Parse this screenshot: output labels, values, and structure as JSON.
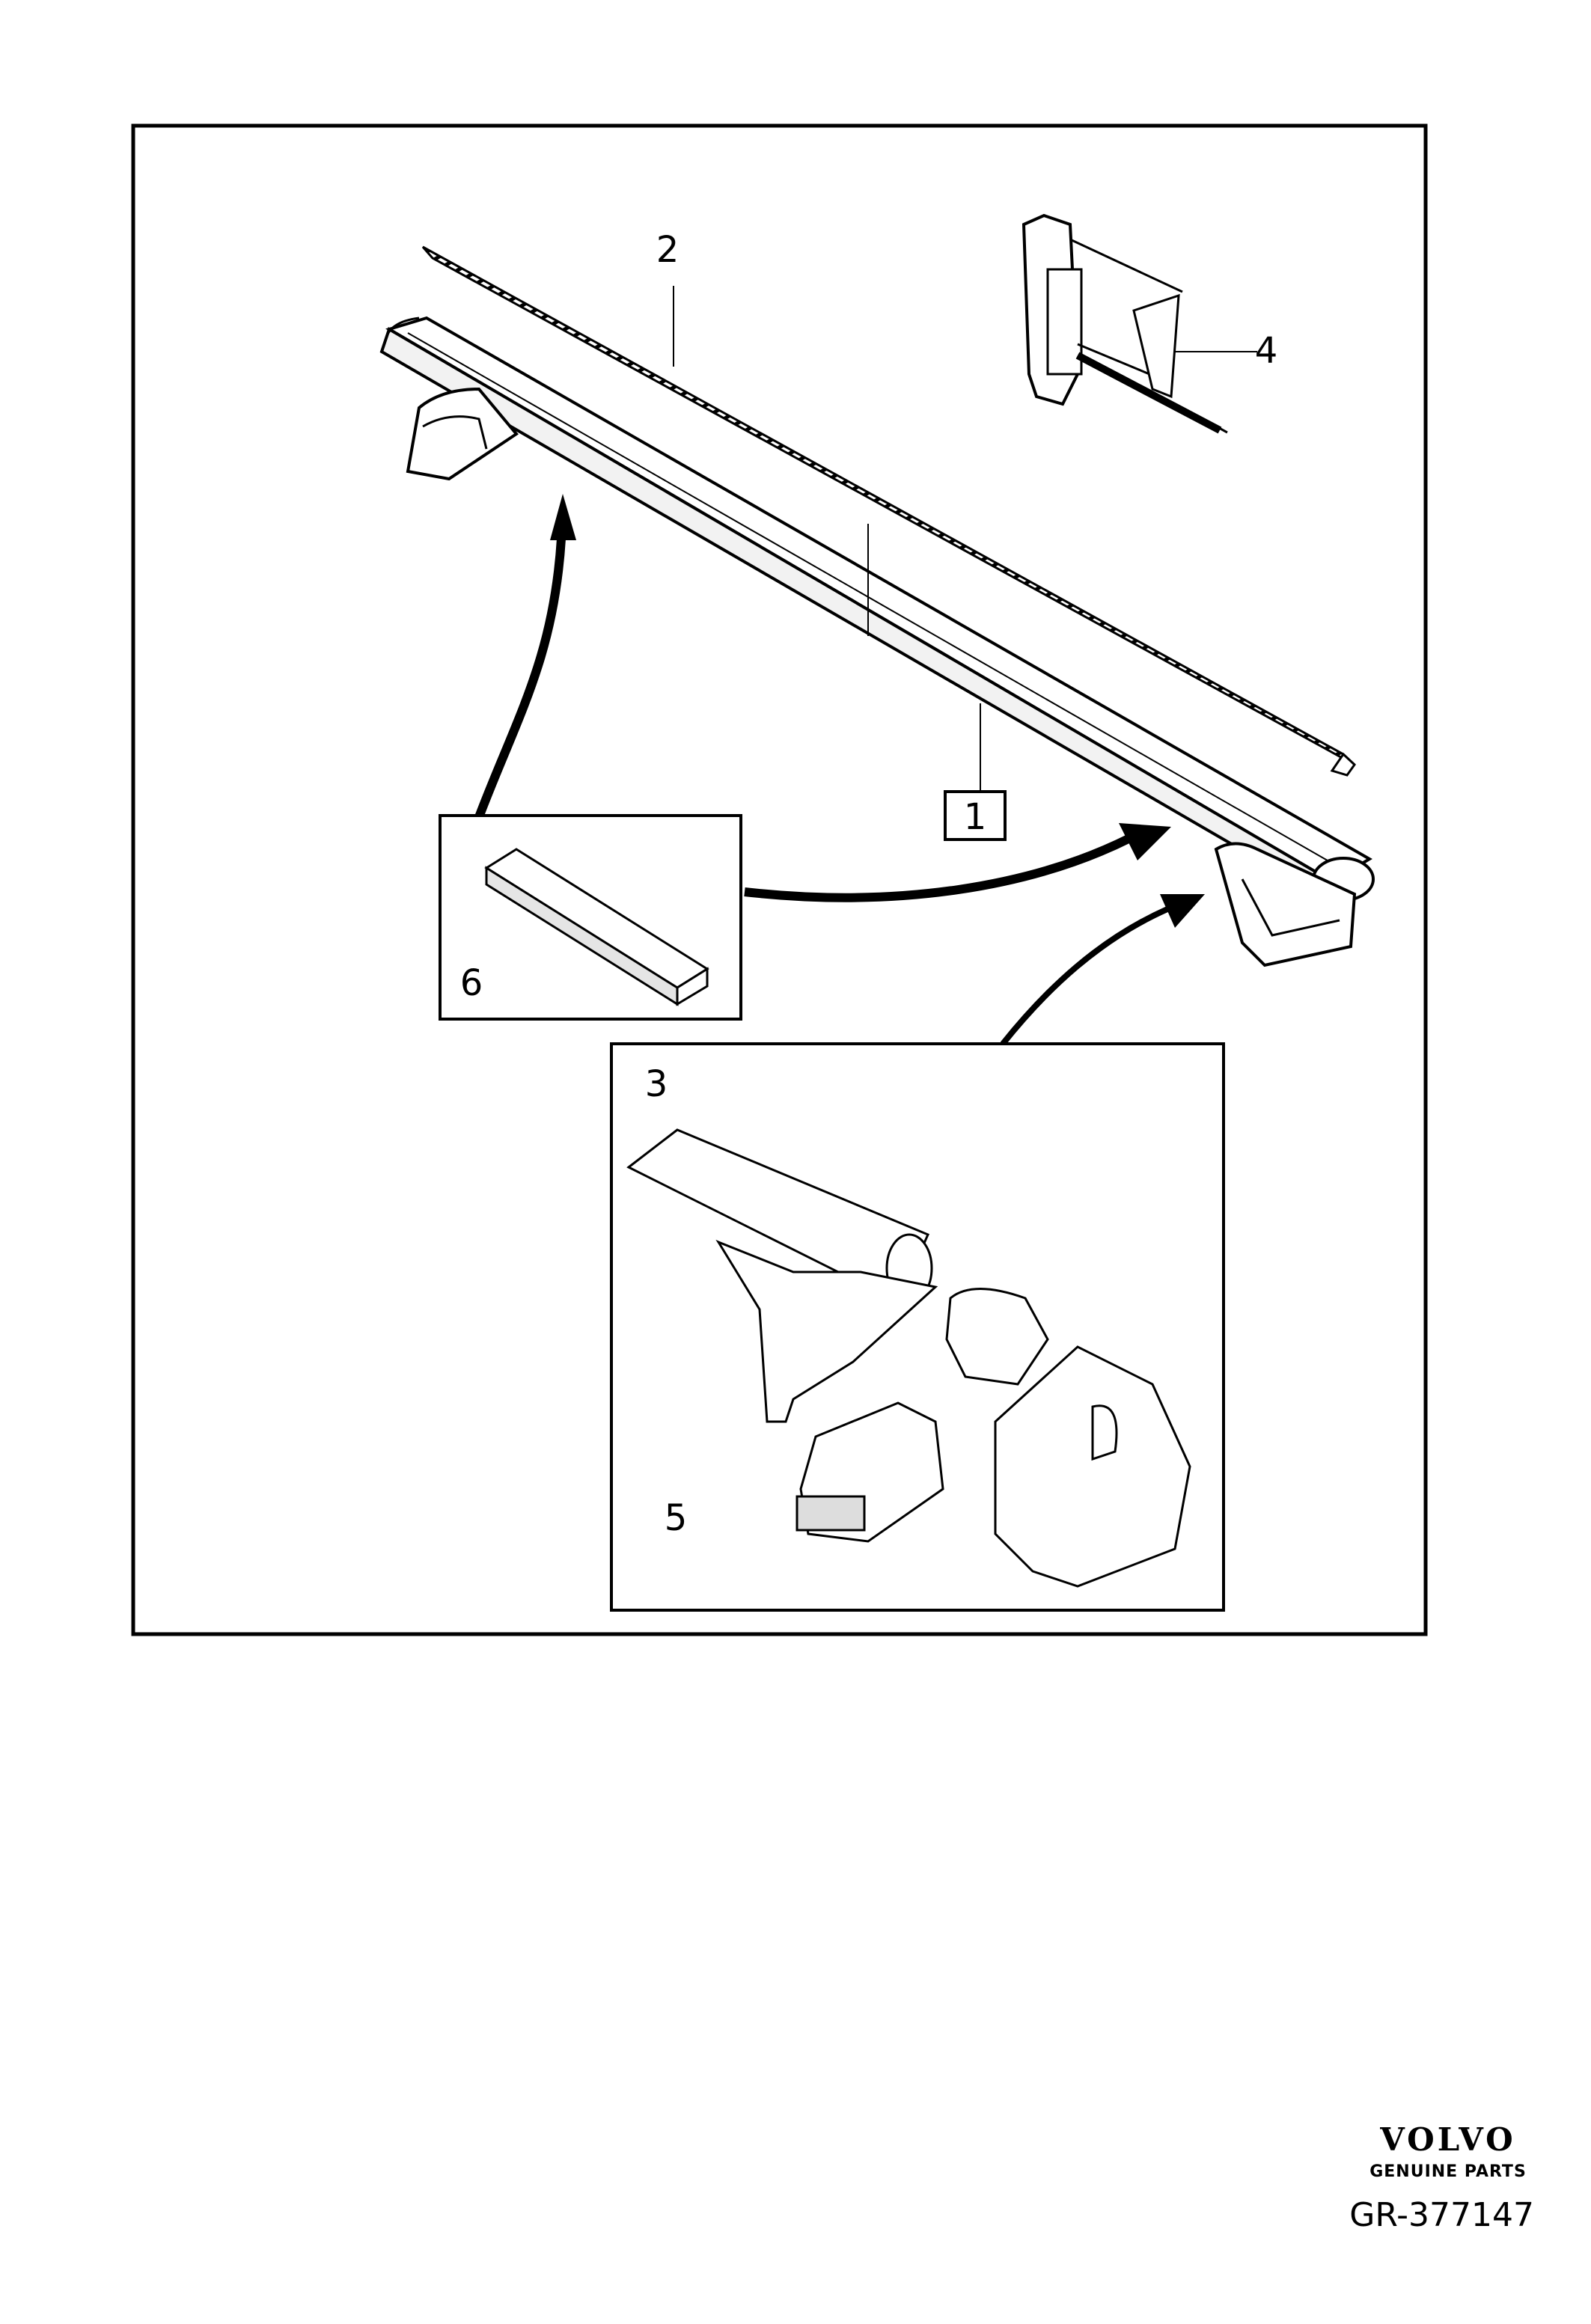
{
  "callouts": {
    "c1": "1",
    "c2": "2",
    "c3": "3",
    "c4": "4",
    "c5": "5",
    "c6": "6"
  },
  "brand": {
    "name": "VOLVO",
    "subtitle": "GENUINE PARTS"
  },
  "reference": "GR-377147"
}
